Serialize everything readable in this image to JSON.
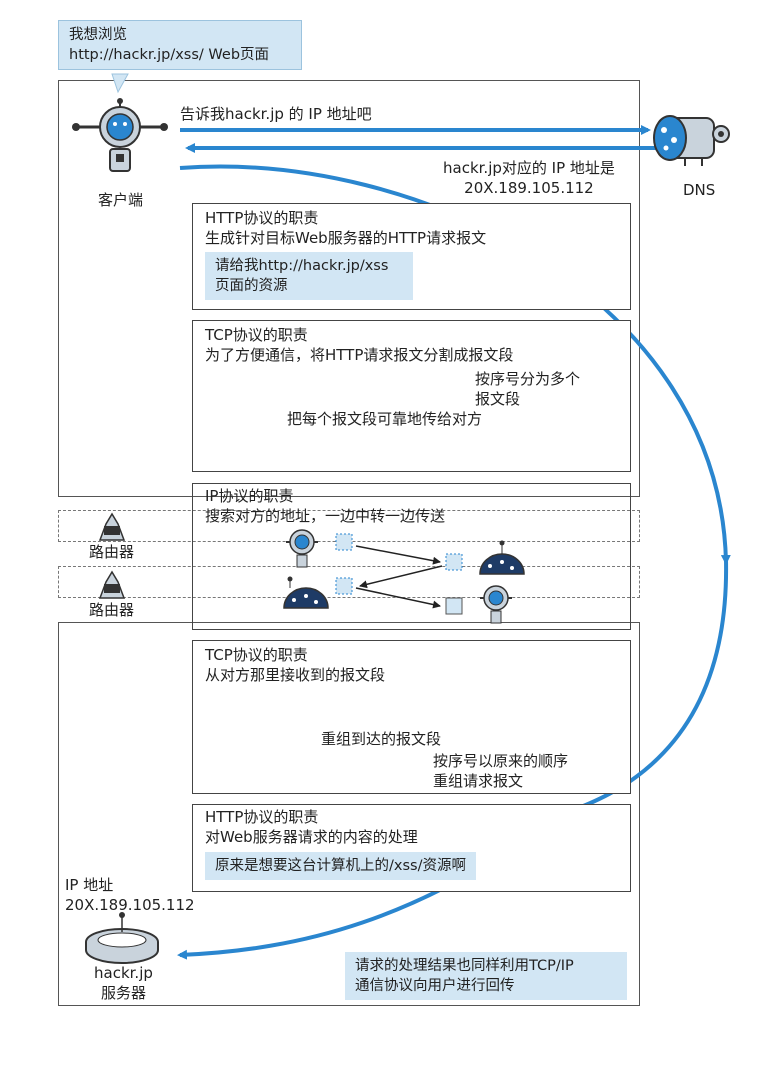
{
  "speech_bubble": [
    "我想浏览",
    "http://hackr.jp/xss/ Web页面"
  ],
  "client_label": "客户端",
  "dns_label": "DNS",
  "dns_query": "告诉我hackr.jp 的 IP 地址吧",
  "dns_answer": [
    "hackr.jp对应的 IP 地址是",
    "20X.189.105.112"
  ],
  "http_client": {
    "title": "HTTP协议的职责",
    "desc": "生成针对目标Web服务器的HTTP请求报文",
    "note": [
      "请给我http://hackr.jp/xss",
      "页面的资源"
    ]
  },
  "tcp_client": {
    "title": "TCP协议的职责",
    "desc": "为了方便通信，将HTTP请求报文分割成报文段",
    "segment_note": [
      "按序号分为多个",
      "报文段"
    ],
    "transfer_note": "把每个报文段可靠地传给对方"
  },
  "ip": {
    "title": "IP协议的职责",
    "desc": "搜索对方的地址，一边中转一边传送"
  },
  "router_labels": [
    "路由器",
    "路由器"
  ],
  "tcp_server": {
    "title": "TCP协议的职责",
    "desc": "从对方那里接收到的报文段",
    "reassemble": "重组到达的报文段",
    "order_note": [
      "按序号以原来的顺序",
      "重组请求报文"
    ]
  },
  "http_server": {
    "title": "HTTP协议的职责",
    "desc": "对Web服务器请求的内容的处理",
    "note": "原来是想要这台计算机上的/xss/资源啊"
  },
  "server_ip": [
    "IP 地址",
    "20X.189.105.112"
  ],
  "server_label": [
    "hackr.jp",
    "服务器"
  ],
  "return_note": [
    "请求的处理结果也同样利用TCP/IP",
    "通信协议向用户进行回传"
  ],
  "colors": {
    "arrow_blue": "#2a86cf",
    "light_blue": "#d2e6f4",
    "frame": "#555555"
  }
}
